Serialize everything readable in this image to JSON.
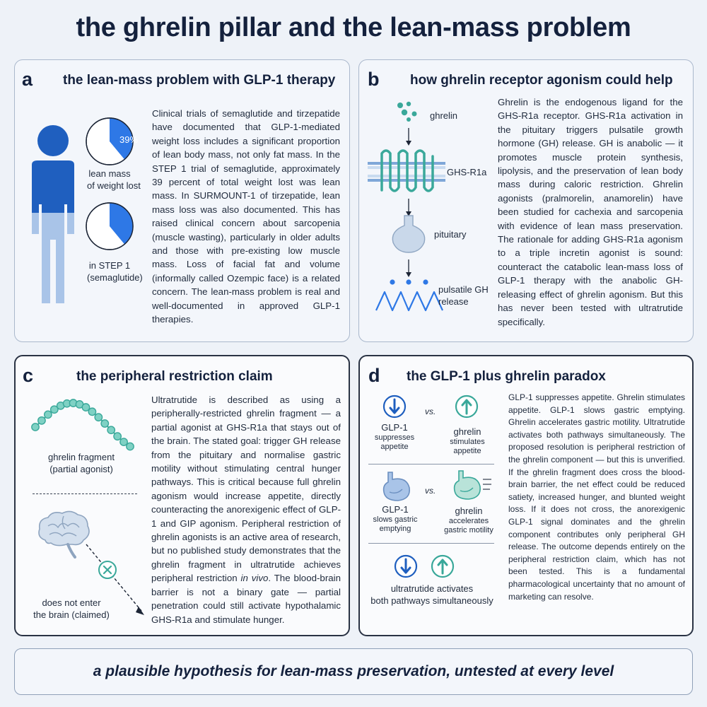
{
  "title": "the ghrelin pillar and the lean-mass problem",
  "panel_a": {
    "letter": "a",
    "heading": "the lean-mass problem with GLP-1 therapy",
    "pie_percent_label": "39%",
    "pie_percent_value": 39,
    "caption1_line1": "lean mass",
    "caption1_line2": "of weight lost",
    "caption2_line1": "in STEP 1",
    "caption2_line2": "(semaglutide)",
    "body": "Clinical trials of semaglutide and tirzepatide have documented that GLP-1-mediated weight loss includes a significant proportion of lean body mass, not only fat mass. In the STEP 1 trial of semaglutide, approximately 39 percent of total weight lost was lean mass. In SURMOUNT-1 of tirzepatide, lean mass loss was also documented. This has raised clinical concern about sarcopenia (muscle wasting), particularly in older adults and those with pre-existing low muscle mass. Loss of facial fat and volume (informally called Ozempic face) is a related concern. The lean-mass problem is real and well-documented in approved GLP-1 therapies."
  },
  "panel_b": {
    "letter": "b",
    "heading": "how ghrelin receptor agonism could help",
    "label_ghrelin": "ghrelin",
    "label_receptor": "GHS-R1a",
    "label_pituitary": "pituitary",
    "label_gh_line1": "pulsatile GH",
    "label_gh_line2": "release",
    "body": "Ghrelin is the endogenous ligand for the GHS-R1a receptor. GHS-R1a activation in the pituitary triggers pulsatile growth hormone (GH) release. GH is anabolic — it promotes muscle protein synthesis, lipolysis, and the preservation of lean body mass during caloric restriction. Ghrelin agonists (pralmorelin, anamorelin) have been studied for cachexia and sarcopenia with evidence of lean mass preservation. The rationale for adding GHS-R1a agonism to a triple incretin agonist is sound: counteract the catabolic lean-mass loss of GLP-1 therapy with the anabolic GH-releasing effect of ghrelin agonism. But this has never been tested with ultratrutide specifically."
  },
  "panel_c": {
    "letter": "c",
    "heading": "the peripheral restriction claim",
    "label_fragment_line1": "ghrelin fragment",
    "label_fragment_line2": "(partial agonist)",
    "label_brain_line1": "does not enter",
    "label_brain_line2": "the brain (claimed)",
    "body_main": "Ultratrutide is described as using a peripherally-restricted ghrelin fragment — a partial agonist at GHS-R1a that stays out of the brain. The stated goal: trigger GH release from the pituitary and normalise gastric motility without stimulating central hunger pathways. This is critical because full ghrelin agonism would increase appetite, directly counteracting the anorexigenic effect of GLP-1 and GIP agonism. Peripheral restriction of ghrelin agonists is an active area of research, but no published study demonstrates that the ghrelin fragment in ultratrutide achieves peripheral restriction",
    "body_italic": "in vivo",
    "body_end": ". The blood-brain barrier is not a binary gate — partial penetration could still activate hypothalamic GHS-R1a and stimulate hunger."
  },
  "panel_d": {
    "letter": "d",
    "heading": "the GLP-1 plus ghrelin paradox",
    "vs": "vs.",
    "row1_left_title": "GLP-1",
    "row1_left_sub": "suppresses appetite",
    "row1_right_title": "ghrelin",
    "row1_right_sub_line1": "stimulates",
    "row1_right_sub_line2": "appetite",
    "row2_left_title": "GLP-1",
    "row2_left_sub_line1": "slows gastric",
    "row2_left_sub_line2": "emptying",
    "row2_right_title": "ghrelin",
    "row2_right_sub_line1": "accelerates",
    "row2_right_sub_line2": "gastric motility",
    "row3_line1": "ultratrutide activates",
    "row3_line2": "both pathways simultaneously",
    "body": "GLP-1 suppresses appetite. Ghrelin stimulates appetite. GLP-1 slows gastric emptying. Ghrelin accelerates gastric motility. Ultratrutide activates both pathways simultaneously. The proposed resolution is peripheral restriction of the ghrelin component — but this is unverified. If the ghrelin fragment does cross the blood-brain barrier, the net effect could be reduced satiety, increased hunger, and blunted weight loss. If it does not cross, the anorexigenic GLP-1 signal dominates and the ghrelin component contributes only peripheral GH release. The outcome depends entirely on the peripheral restriction claim, which has not been tested. This is a fundamental pharmacological uncertainty that no amount of marketing can resolve."
  },
  "banner": "a plausible hypothesis for lean-mass preservation, untested at every level",
  "colors": {
    "blue_primary": "#1f5fbf",
    "blue_bright": "#2e78e6",
    "teal": "#3aa89a",
    "navy": "#14213d"
  }
}
